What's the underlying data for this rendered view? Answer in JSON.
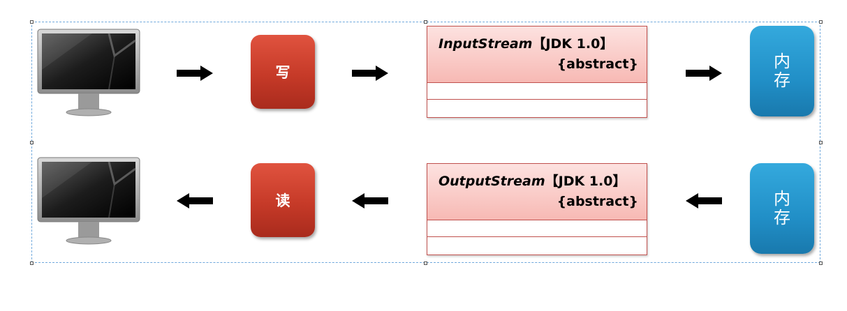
{
  "write_row": {
    "action_label": "写",
    "class_name": "InputStream",
    "class_version": "【JDK 1.0】",
    "class_stereotype": "{abstract}",
    "memory_label": "内存"
  },
  "read_row": {
    "action_label": "读",
    "class_name": "OutputStream",
    "class_version": "【JDK 1.0】",
    "class_stereotype": "{abstract}",
    "memory_label": "内存"
  },
  "colors": {
    "action_box": "#c63a28",
    "memory_box": "#218fc7",
    "class_header": "#f7b9b4",
    "class_border": "#c0504d",
    "selection_border": "#6fa8dc"
  },
  "icons": [
    "monitor-icon",
    "right-arrow-icon",
    "left-arrow-icon"
  ]
}
